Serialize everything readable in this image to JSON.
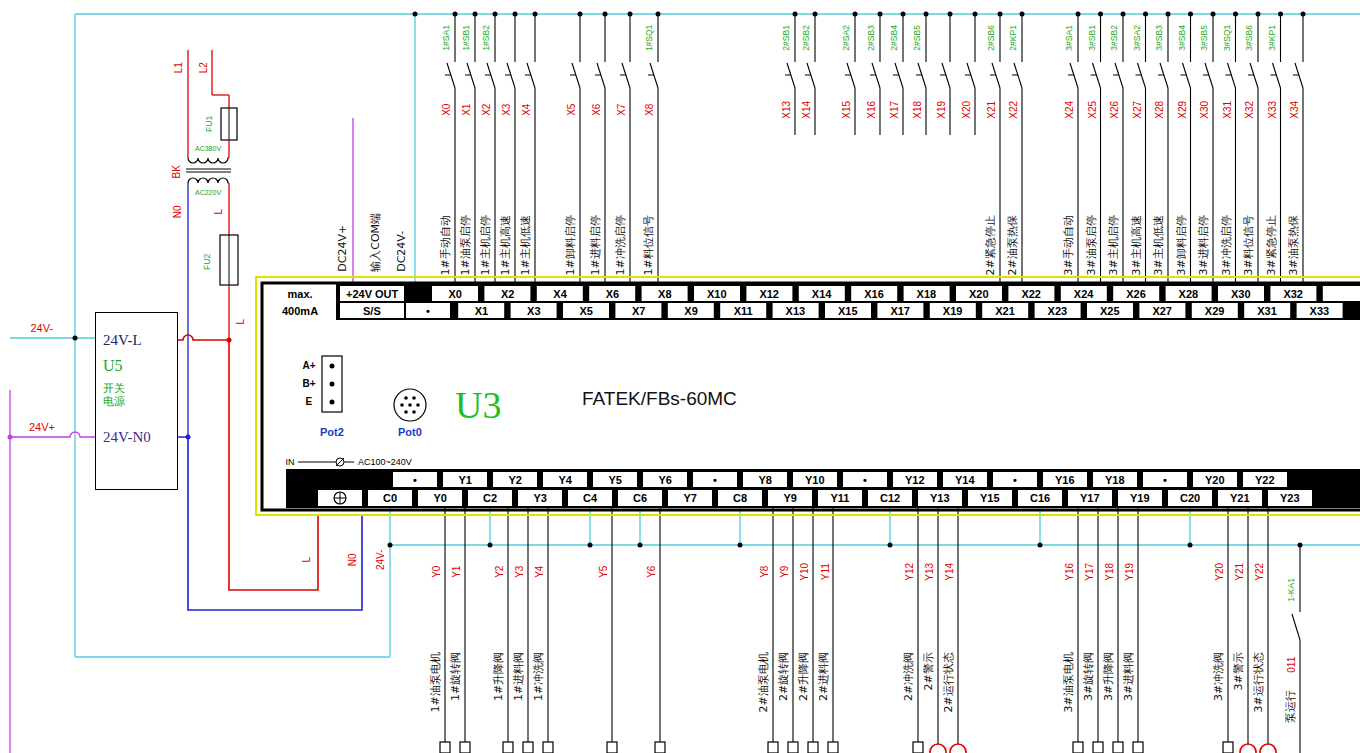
{
  "diagram": {
    "nodes": [
      {
        "text": [
          "24V-L",
          "U5",
          "开关电源",
          "24V-N0"
        ]
      },
      {
        "text": [
          "U3",
          "FATEK/FBs-60MC"
        ]
      }
    ],
    "edges": [
      {
        "from": 0,
        "to": 1,
        "arrow": "none"
      },
      {
        "from": 0,
        "to": 1,
        "arrow": "none"
      }
    ],
    "labels": [
      "24V-",
      "24V+",
      "L1",
      "L2",
      "FU1",
      "AC380V",
      "BK",
      "AC220V",
      "N0",
      "L",
      "FU2",
      "L",
      "DC24V+",
      "输入COM端",
      "DC24V-",
      "1#SA1",
      "X0",
      "1#手动自动",
      "1#SB1",
      "X1",
      "1#油泵启停",
      "1#SB2",
      "X2",
      "1#主机启停",
      "X3",
      "1#主机高速",
      "X4",
      "1#主机低速",
      "X5",
      "1#卸料启停",
      "X6",
      "1#进料启停",
      "X7",
      "1#冲洗启停",
      "1#SQ1",
      "X8",
      "1#料位信号",
      "2#SB1",
      "X13",
      "2#SB2",
      "X14",
      "2#SA2",
      "X15",
      "2#SB3",
      "X16",
      "2#SB4",
      "X17",
      "2#SB5",
      "X18",
      "X19",
      "X20",
      "2#SB6",
      "X21",
      "2#紧急停止",
      "2#KP1",
      "X22",
      "2#油泵热保",
      "3#SA1",
      "X24",
      "3#手动自动",
      "3#SB1",
      "X25",
      "3#油泵启停",
      "3#SB2",
      "X26",
      "3#主机启停",
      "3#SA2",
      "X27",
      "3#主机高速",
      "3#SB3",
      "X28",
      "3#主机低速",
      "3#SB4",
      "X29",
      "3#卸料启停",
      "3#SB5",
      "X30",
      "3#进料启停",
      "3#SQ1",
      "X31",
      "3#冲洗启停",
      "3#SB6",
      "X32",
      "3#料位信号",
      "3#KP1",
      "X33",
      "3#紧急停止",
      "X34",
      "3#油泵热保",
      "max.",
      "400mA",
      "+24V OUT",
      "X0",
      "X2",
      "X4",
      "X6",
      "X8",
      "X10",
      "X12",
      "X14",
      "X16",
      "X18",
      "X20",
      "X22",
      "X24",
      "X26",
      "X28",
      "X30",
      "X32",
      "S/S",
      "•",
      "X1",
      "X3",
      "X5",
      "X7",
      "X9",
      "X11",
      "X13",
      "X15",
      "X17",
      "X19",
      "X21",
      "X23",
      "X25",
      "X27",
      "X29",
      "X31",
      "X33",
      "A+",
      "B+",
      "E",
      "Pot2",
      "Pot0",
      "IN",
      "AC100~240V",
      "•",
      "Y1",
      "Y2",
      "Y4",
      "Y5",
      "Y6",
      "•",
      "Y8",
      "Y10",
      "•",
      "Y12",
      "Y14",
      "•",
      "Y16",
      "Y18",
      "•",
      "Y20",
      "Y22",
      "C0",
      "Y0",
      "C2",
      "Y3",
      "C4",
      "C6",
      "Y7",
      "C8",
      "Y9",
      "Y11",
      "C12",
      "Y13",
      "Y15",
      "C16",
      "Y17",
      "Y19",
      "C20",
      "Y21",
      "Y23",
      "L",
      "N0",
      "24V-",
      "Y0",
      "1#油泵电机",
      "Y1",
      "1#旋转阀",
      "Y2",
      "1#升降阀",
      "Y3",
      "1#进料阀",
      "Y4",
      "1#冲洗阀",
      "Y5",
      "Y6",
      "Y8",
      "2#油泵电机",
      "Y9",
      "2#旋转阀",
      "Y10",
      "2#升降阀",
      "Y11",
      "2#进料阀",
      "Y12",
      "2#冲洗阀",
      "Y13",
      "2#警示",
      "Y14",
      "2#运行状态",
      "Y16",
      "3#油泵电机",
      "Y17",
      "3#旋转阀",
      "Y18",
      "3#升降阀",
      "Y19",
      "3#进料阀",
      "Y20",
      "3#冲洗阀",
      "Y21",
      "3#警示",
      "Y22",
      "3#运行状态",
      "1-KA1",
      "011",
      "泵运行"
    ]
  }
}
